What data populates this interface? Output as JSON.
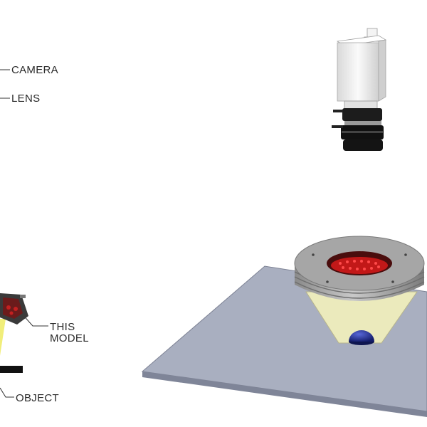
{
  "labels": {
    "camera": "CAMERA",
    "lens": "LENS",
    "model_line1": "THIS",
    "model_line2": "MODEL",
    "object": "OBJECT"
  },
  "colors": {
    "platform": "#a8aec0",
    "ring_light": "#9e9e9e",
    "led": "#c41414",
    "cone": "#efeebc",
    "object_dome": "#1e2b8a",
    "camera_body": "#f2f2f2",
    "lens": "#1a1a1a"
  }
}
